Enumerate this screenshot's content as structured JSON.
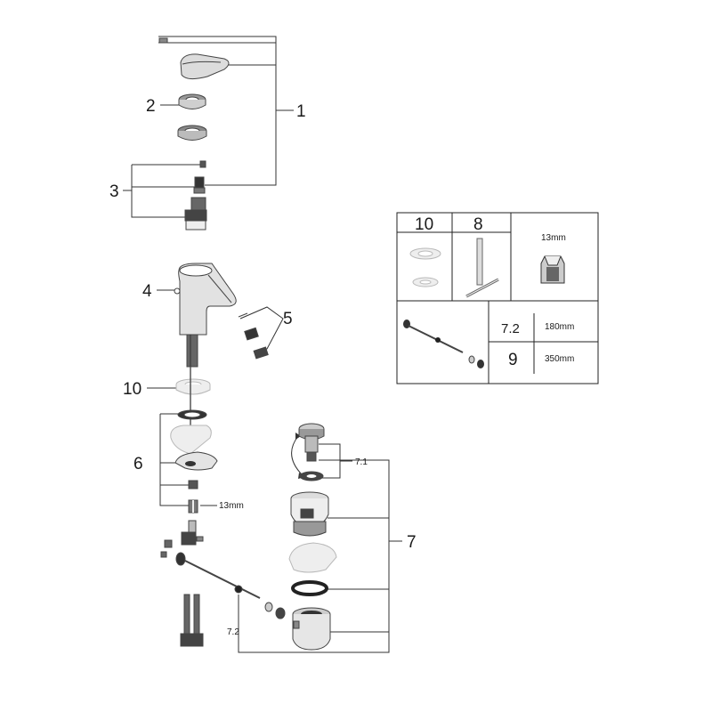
{
  "labels": {
    "l1": "1",
    "l2": "2",
    "l3": "3",
    "l4": "4",
    "l5": "5",
    "l6": "6",
    "l7": "7",
    "l7_1": "7.1",
    "l7_2": "7.2",
    "l10": "10",
    "nut_size": "13mm"
  },
  "inset": {
    "cell_10": "10",
    "cell_8": "8",
    "tool_size": "13mm",
    "rod_72": "7.2",
    "rod_72_len": "180mm",
    "rod_9": "9",
    "rod_9_len": "350mm"
  }
}
